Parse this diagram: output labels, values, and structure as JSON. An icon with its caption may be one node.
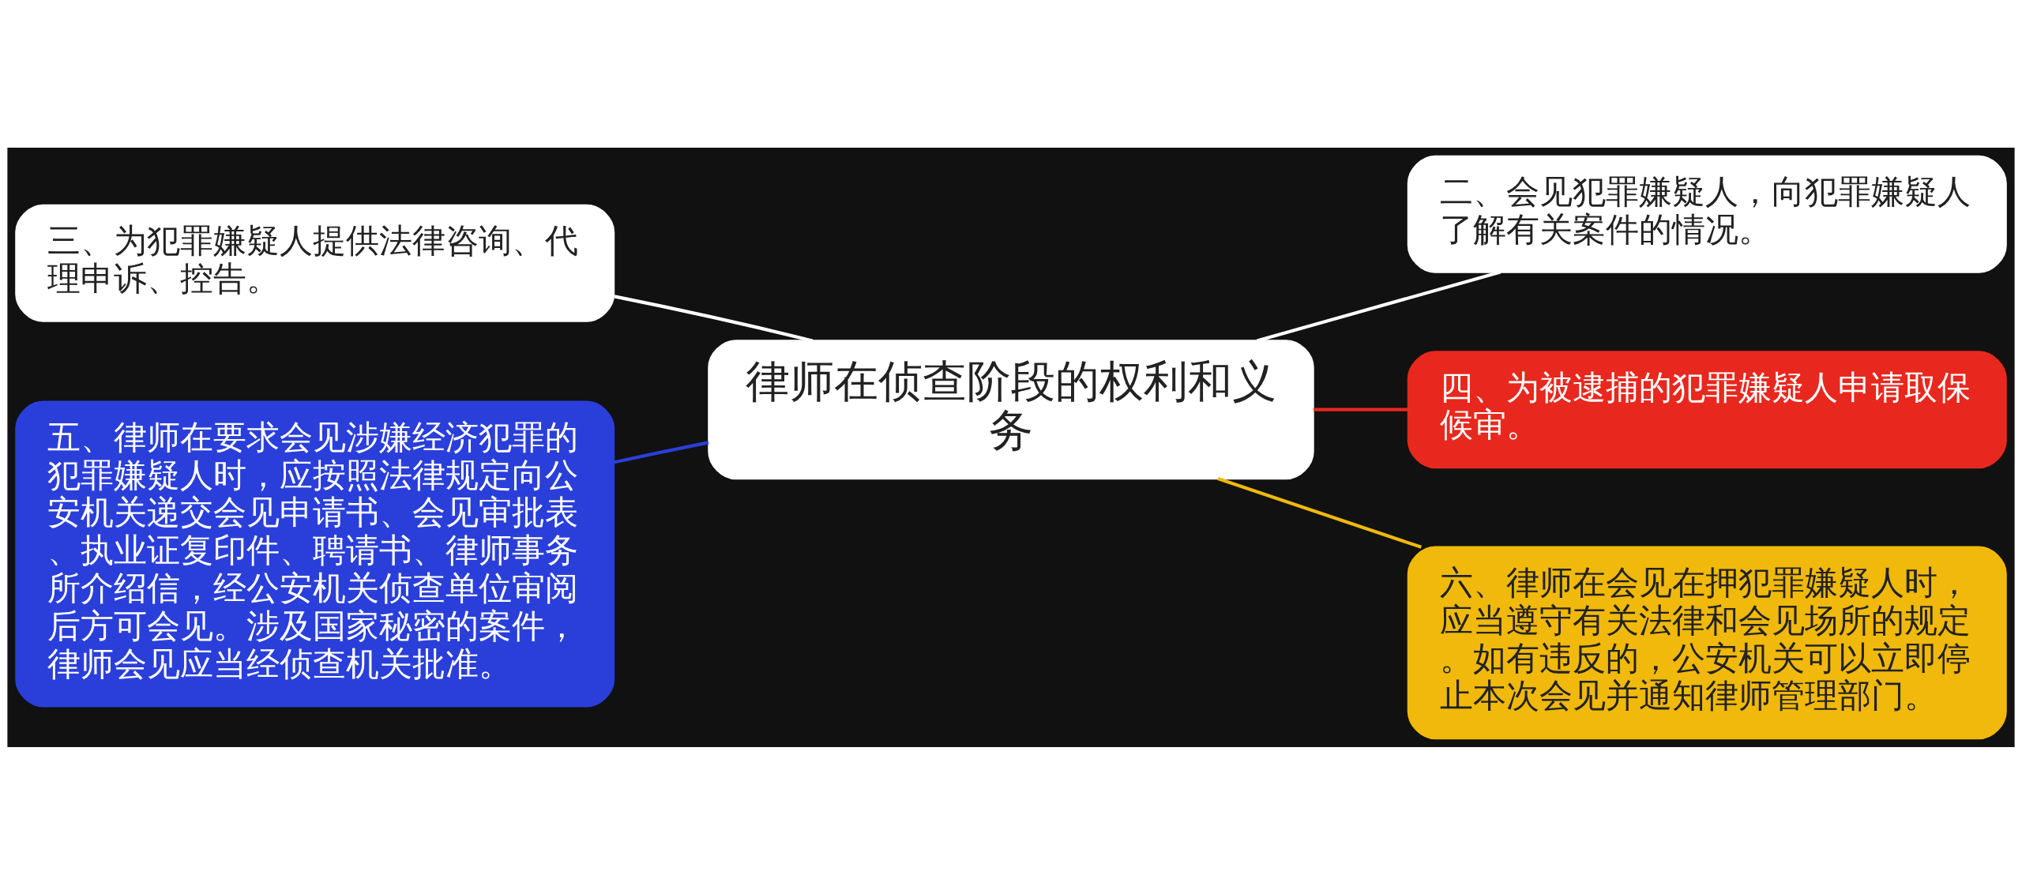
{
  "diagram": {
    "nodes": [
      {
        "text": [
          "律师在侦查阶段的权利和义务"
        ]
      },
      {
        "text": [
          "三、为犯罪嫌疑人提供法律咨询、代理申诉、控告。"
        ]
      },
      {
        "text": [
          "五、律师在要求会见涉嫌经济犯罪的犯罪嫌疑人时，应按照法律规定向公安机关递交会见申请书、会见审批表、执业证复印件、聘请书、律师事务所介绍信，经公安机关侦查单位审阅后方可会见。涉及国家秘密的案件，律师会见应当经侦查机关批准。"
        ]
      },
      {
        "text": [
          "二、会见犯罪嫌疑人，向犯罪嫌疑人了解有关案件的情况。"
        ]
      },
      {
        "text": [
          "四、为被逮捕的犯罪嫌疑人申请取保候审。"
        ]
      },
      {
        "text": [
          "六、律师在会见在押犯罪嫌疑人时，应当遵守有关法律和会见场所的规定。如有违反的，公安机关可以立即停止本次会见并通知律师管理部门。"
        ]
      }
    ],
    "edges": [
      {
        "from": 0,
        "to": 1,
        "arrow": "none",
        "color": "#ffffff"
      },
      {
        "from": 0,
        "to": 2,
        "arrow": "none",
        "color": "#2a3fd9"
      },
      {
        "from": 0,
        "to": 3,
        "arrow": "none",
        "color": "#ffffff"
      },
      {
        "from": 0,
        "to": 4,
        "arrow": "none",
        "color": "#e8281e"
      },
      {
        "from": 0,
        "to": 5,
        "arrow": "none",
        "color": "#f0b90b"
      }
    ]
  }
}
